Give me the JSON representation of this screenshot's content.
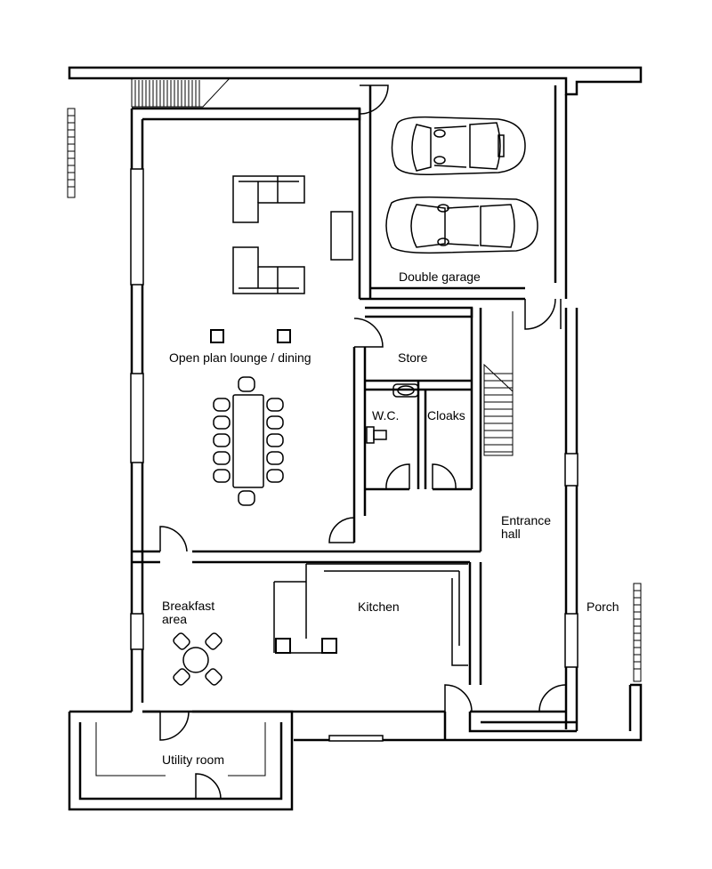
{
  "rooms": {
    "double_garage": "Double garage",
    "open_plan": "Open plan lounge / dining",
    "store": "Store",
    "wc": "W.C.",
    "cloaks": "Cloaks",
    "entrance_hall_line1": "Entrance",
    "entrance_hall_line2": "hall",
    "breakfast_line1": "Breakfast",
    "breakfast_line2": "area",
    "kitchen": "Kitchen",
    "porch": "Porch",
    "utility": "Utility room"
  },
  "colors": {
    "wall": "#000000",
    "background": "#ffffff"
  }
}
